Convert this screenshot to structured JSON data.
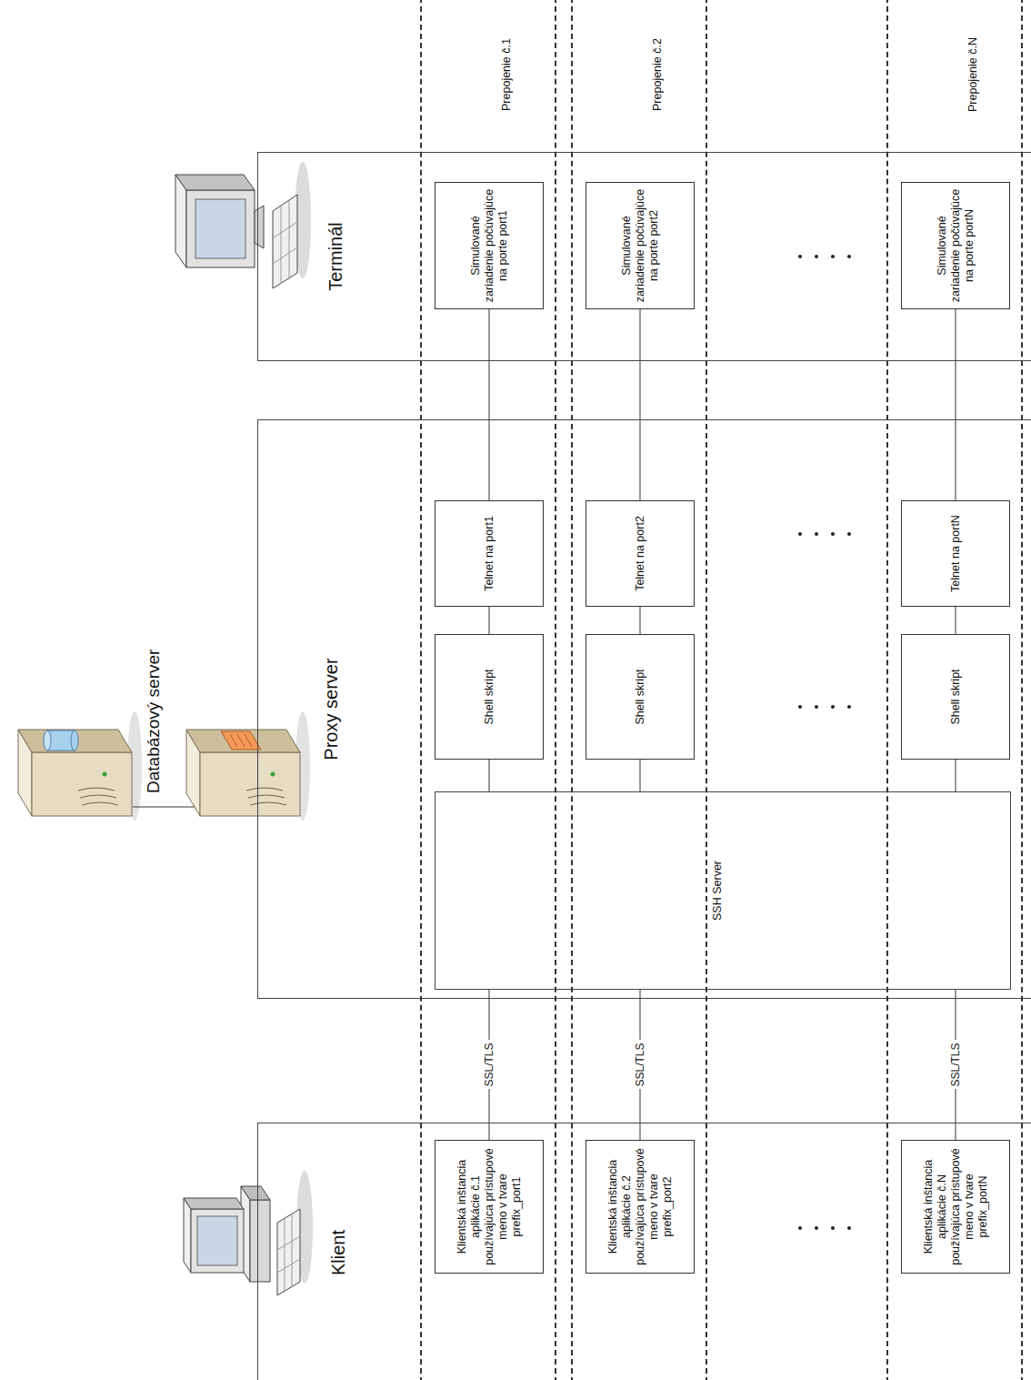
{
  "diagram": {
    "nodes": [
      {
        "text": [
          "Klient"
        ]
      },
      {
        "text": [
          "Proxy server"
        ]
      },
      {
        "text": [
          "SSH Server"
        ],
        "in": 1
      },
      {
        "text": [
          "Terminál"
        ]
      },
      {
        "text": [
          "Prepojenie č.1"
        ]
      },
      {
        "text": [
          "Klientská inštancia aplikácie č.1 používajúca prístupové meno v tvare prefix_port1"
        ],
        "in": 4
      },
      {
        "text": [
          "Shell skript"
        ],
        "in": 4
      },
      {
        "text": [
          "Telnet na port1"
        ],
        "in": 4
      },
      {
        "text": [
          "Simulované zariadenie počúvajúce na porte port1"
        ],
        "in": 4
      },
      {
        "text": [
          "Prepojenie č.2"
        ]
      },
      {
        "text": [
          "Klientská inštancia aplikácie č.2 používajúca prístupové meno v tvare prefix_port2"
        ],
        "in": 9
      },
      {
        "text": [
          "Shell skript"
        ],
        "in": 9
      },
      {
        "text": [
          "Telnet na port2"
        ],
        "in": 9
      },
      {
        "text": [
          "Simulované zariadenie počúvajúce na porte port2"
        ],
        "in": 9
      },
      {
        "text": [
          "Prepojenie č.N"
        ]
      },
      {
        "text": [
          "Klientská inštancia aplikácie č.N používajúca prístupové meno v tvare prefix_portN"
        ],
        "in": 14
      },
      {
        "text": [
          "Shell skript"
        ],
        "in": 14
      },
      {
        "text": [
          "Telnet na portN"
        ],
        "in": 14
      },
      {
        "text": [
          "Simulované zariadenie počúvajúce na porte portN"
        ],
        "in": 14
      }
    ],
    "edges": [
      {
        "from": 5,
        "to": 2,
        "label": "SSL/TLS",
        "arrow": "none"
      },
      {
        "from": 2,
        "to": 6,
        "arrow": "none"
      },
      {
        "from": 6,
        "to": 7,
        "arrow": "none"
      },
      {
        "from": 7,
        "to": 8,
        "arrow": "none"
      },
      {
        "from": 10,
        "to": 2,
        "label": "SSL/TLS",
        "arrow": "none"
      },
      {
        "from": 2,
        "to": 11,
        "arrow": "none"
      },
      {
        "from": 11,
        "to": 12,
        "arrow": "none"
      },
      {
        "from": 12,
        "to": 13,
        "arrow": "none"
      },
      {
        "from": 15,
        "to": 2,
        "label": "SSL/TLS",
        "arrow": "none"
      },
      {
        "from": 2,
        "to": 16,
        "arrow": "none"
      },
      {
        "from": 16,
        "to": 17,
        "arrow": "none"
      },
      {
        "from": 17,
        "to": 18,
        "arrow": "none"
      }
    ],
    "labels": [
      "Databázový server"
    ]
  }
}
